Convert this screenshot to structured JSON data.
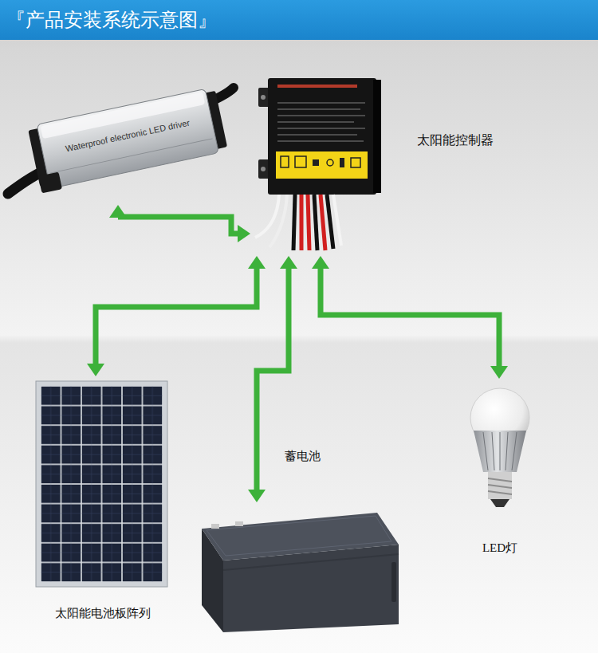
{
  "diagram": {
    "title": "『产品安装系统示意图』",
    "nodes": [
      {
        "text": [
          "Waterproof electronic LED driver"
        ]
      },
      {
        "text": [
          "太阳能控制器"
        ]
      },
      {
        "text": [
          "太阳能电池板阵列"
        ]
      },
      {
        "text": [
          "蓄电池"
        ]
      },
      {
        "text": [
          "LED灯"
        ]
      }
    ],
    "edges": [
      {
        "from": 1,
        "to": 0,
        "arrow": "both"
      },
      {
        "from": 1,
        "to": 2,
        "arrow": "both"
      },
      {
        "from": 1,
        "to": 3,
        "arrow": "both"
      },
      {
        "from": 1,
        "to": 4,
        "arrow": "both"
      }
    ]
  }
}
